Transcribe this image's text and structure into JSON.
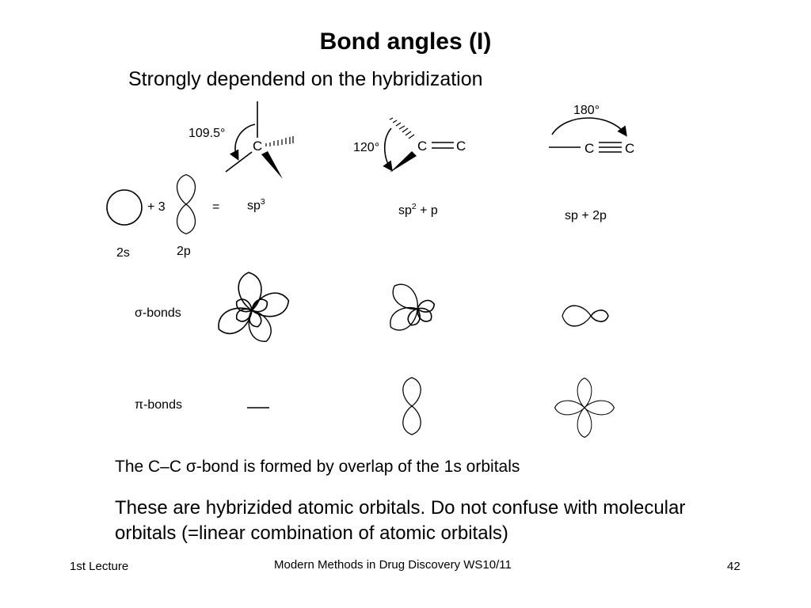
{
  "slide": {
    "title": "Bond angles (I)",
    "subtitle": "Strongly dependend on the hybridization",
    "angles": {
      "tetrahedral": "109.5°",
      "trigonal": "120°",
      "linear": "180°"
    },
    "atom_label": "C",
    "orbitals": {
      "s_label": "2s",
      "p_label": "2p",
      "plus_three": "+ 3",
      "equals": "=",
      "sp3_base": "sp",
      "sp3_sup": "3",
      "sp2_base": "sp",
      "sp2_sup": "2",
      "sp2_suffix": " + p",
      "sp_label": "sp + 2p"
    },
    "rows": {
      "sigma_label": "σ-bonds",
      "pi_label": "π-bonds"
    },
    "note": "The C–C σ-bond is formed by overlap of the 1s orbitals",
    "paragraph": "These are hybrizided atomic orbitals. Do not confuse with molecular orbitals (=linear combination of atomic orbitals)",
    "footer": {
      "left": "1st Lecture",
      "center": "Modern Methods in Drug Discovery WS10/11",
      "right": "42"
    }
  }
}
